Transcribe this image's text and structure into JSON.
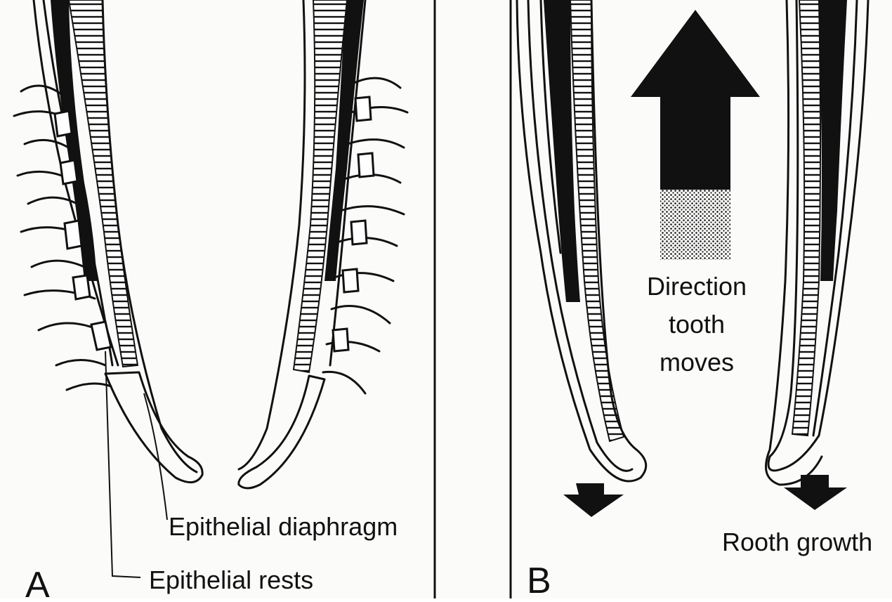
{
  "panels": [
    {
      "letter": "A",
      "labels": {
        "diaphragm": "Epithelial diaphragm",
        "rests": "Epithelial rests"
      }
    },
    {
      "letter": "B",
      "labels": {
        "direction_line1": "Direction",
        "direction_line2": "tooth",
        "direction_line3": "moves",
        "growth": "Rooth growth"
      }
    }
  ],
  "colors": {
    "ink": "#111111",
    "paper": "#fbfbfa"
  }
}
